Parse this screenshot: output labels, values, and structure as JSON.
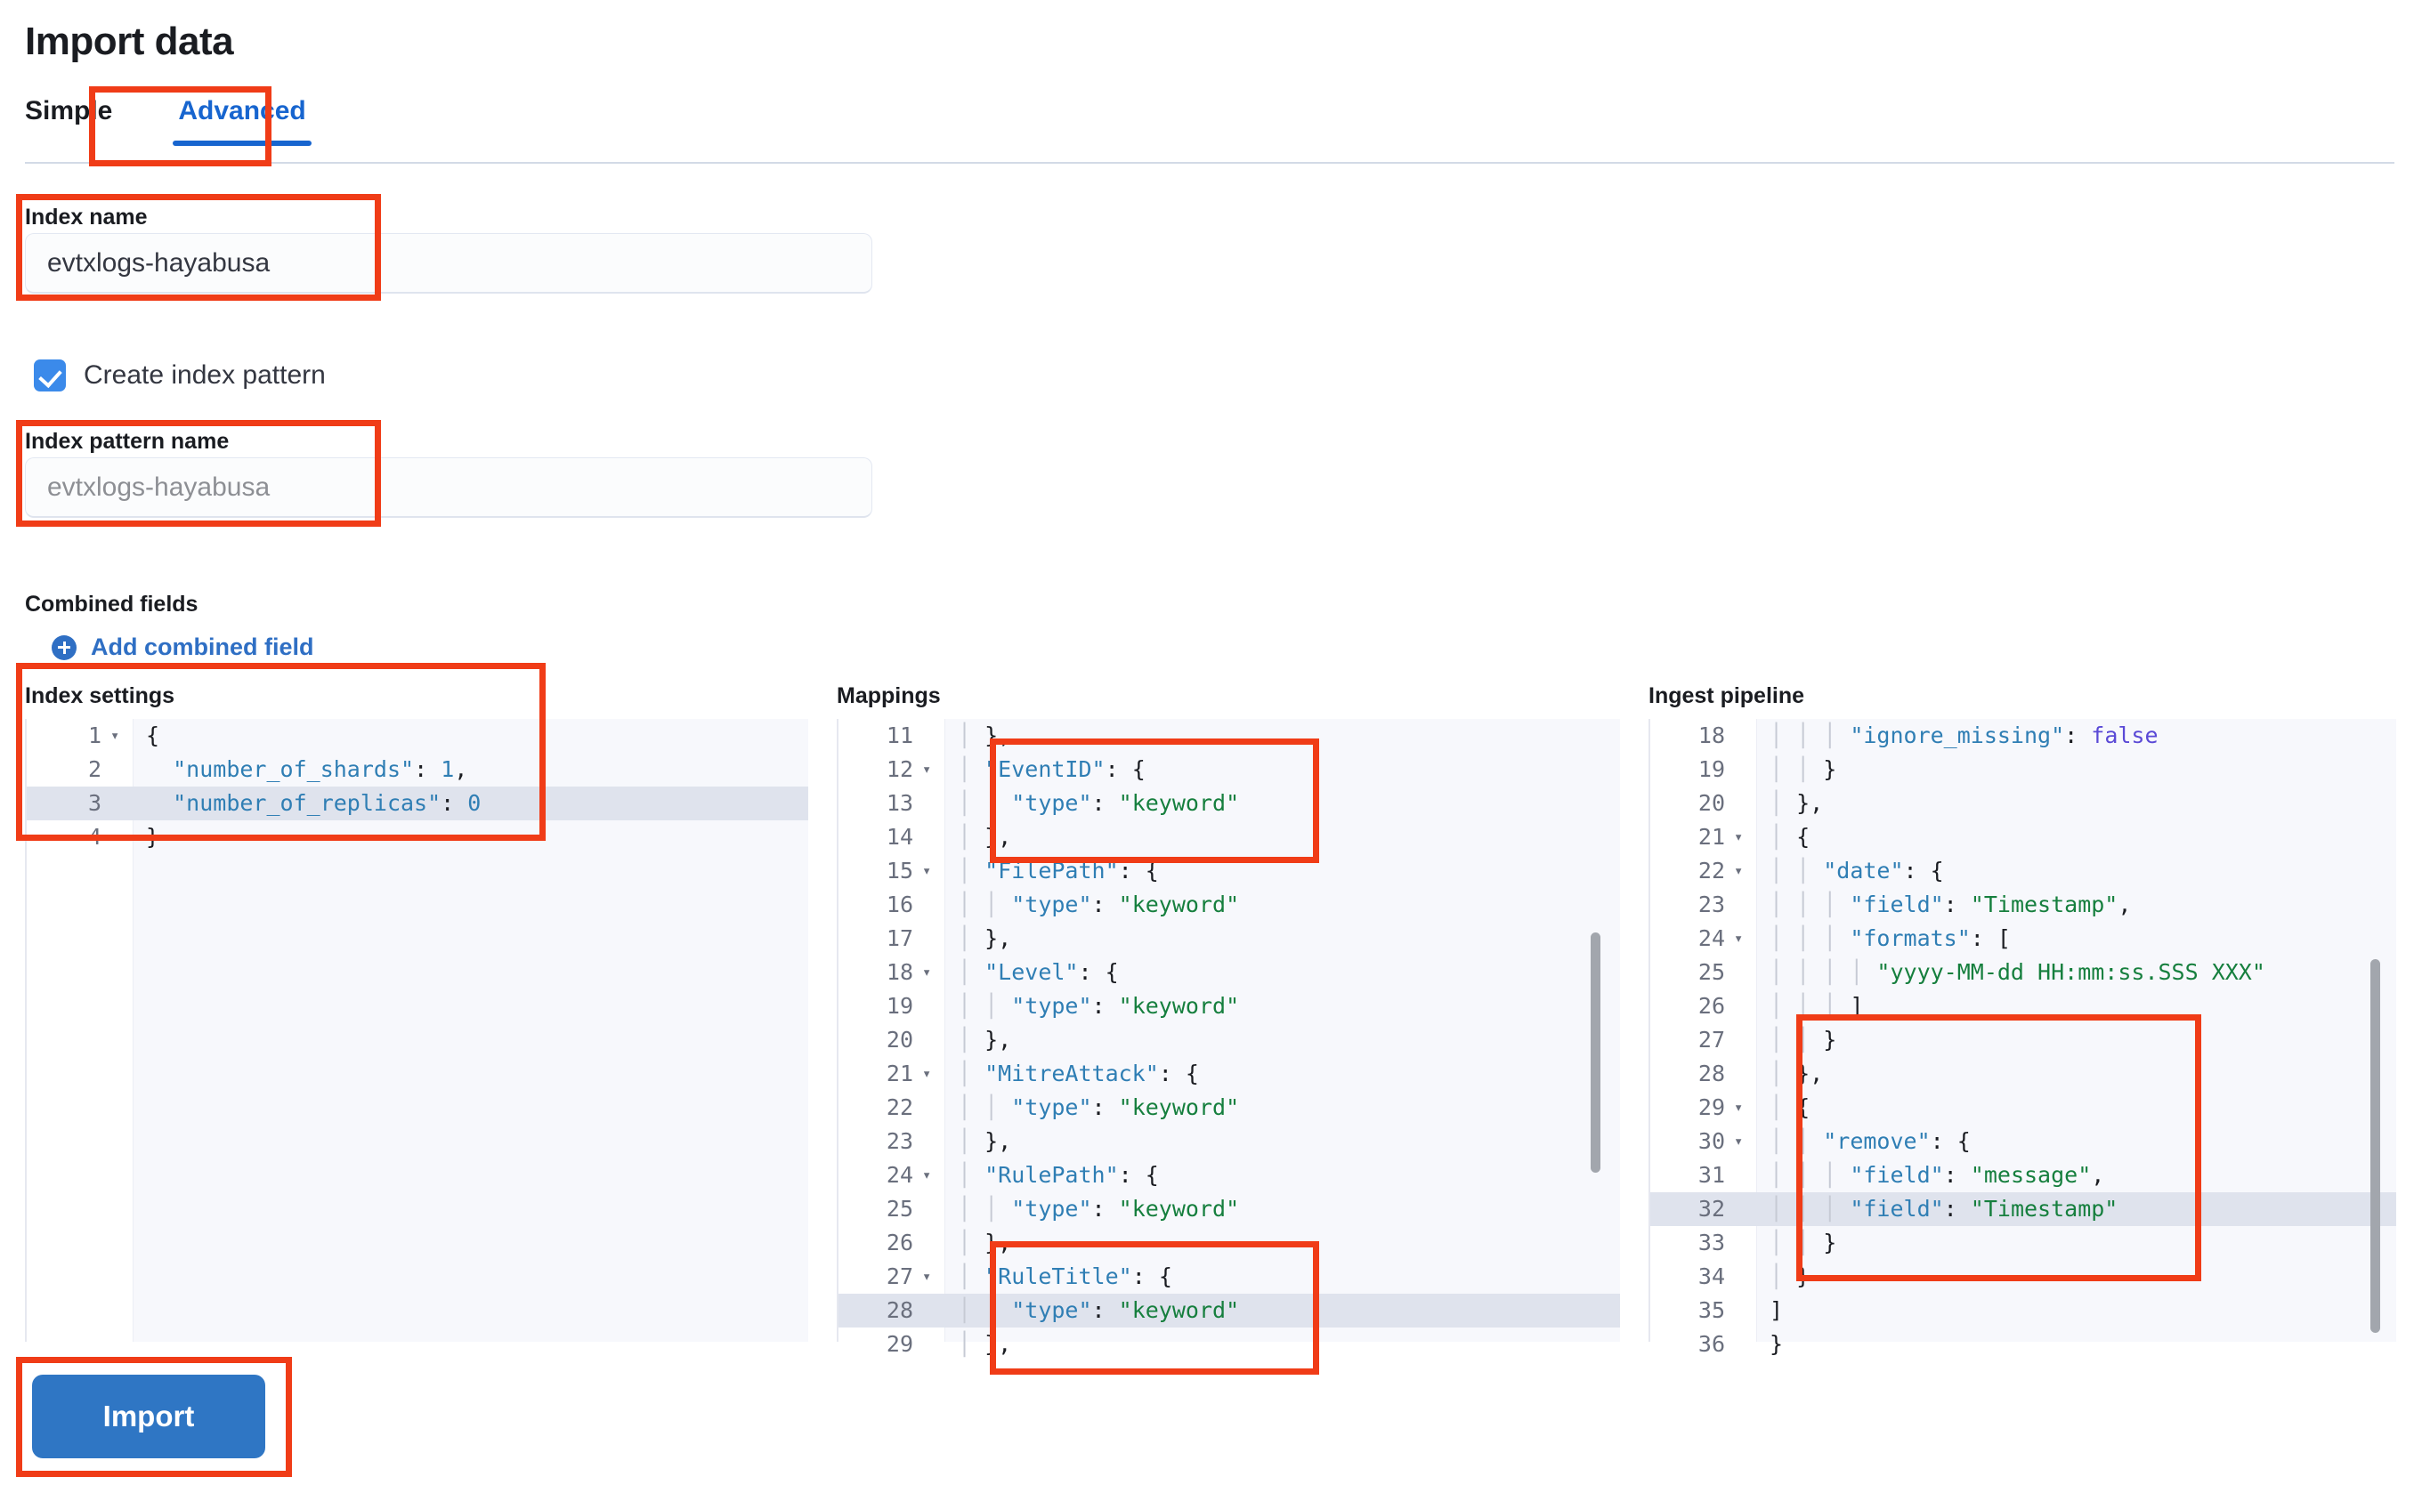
{
  "page": {
    "title": "Import data"
  },
  "tabs": [
    {
      "label": "Simple",
      "active": false
    },
    {
      "label": "Advanced",
      "active": true
    }
  ],
  "form": {
    "index_name": {
      "label": "Index name",
      "value": "evtxlogs-hayabusa"
    },
    "create_index_pattern": {
      "label": "Create index pattern",
      "checked": true
    },
    "index_pattern_name": {
      "label": "Index pattern name",
      "placeholder": "evtxlogs-hayabusa"
    },
    "combined_fields": {
      "label": "Combined fields",
      "add_link": "Add combined field",
      "add_icon": "plus-circle-icon"
    }
  },
  "editors": {
    "index_settings": {
      "title": "Index settings",
      "highlighted_line": 3,
      "lines": [
        {
          "n": 1,
          "fold": true,
          "indent": 0,
          "text": "{"
        },
        {
          "n": 2,
          "fold": false,
          "indent": 0,
          "text": "  \"number_of_shards\": 1,"
        },
        {
          "n": 3,
          "fold": false,
          "indent": 0,
          "text": "  \"number_of_replicas\": 0"
        },
        {
          "n": 4,
          "fold": false,
          "indent": 0,
          "text": "}"
        }
      ]
    },
    "mappings": {
      "title": "Mappings",
      "highlighted_line": 28,
      "lines": [
        {
          "n": 11,
          "fold": false,
          "indent": 1,
          "text": "},"
        },
        {
          "n": 12,
          "fold": true,
          "indent": 1,
          "text": "\"EventID\": {"
        },
        {
          "n": 13,
          "fold": false,
          "indent": 2,
          "text": "\"type\": \"keyword\""
        },
        {
          "n": 14,
          "fold": false,
          "indent": 1,
          "text": "},"
        },
        {
          "n": 15,
          "fold": true,
          "indent": 1,
          "text": "\"FilePath\": {"
        },
        {
          "n": 16,
          "fold": false,
          "indent": 2,
          "text": "\"type\": \"keyword\""
        },
        {
          "n": 17,
          "fold": false,
          "indent": 1,
          "text": "},"
        },
        {
          "n": 18,
          "fold": true,
          "indent": 1,
          "text": "\"Level\": {"
        },
        {
          "n": 19,
          "fold": false,
          "indent": 2,
          "text": "\"type\": \"keyword\""
        },
        {
          "n": 20,
          "fold": false,
          "indent": 1,
          "text": "},"
        },
        {
          "n": 21,
          "fold": true,
          "indent": 1,
          "text": "\"MitreAttack\": {"
        },
        {
          "n": 22,
          "fold": false,
          "indent": 2,
          "text": "\"type\": \"keyword\""
        },
        {
          "n": 23,
          "fold": false,
          "indent": 1,
          "text": "},"
        },
        {
          "n": 24,
          "fold": true,
          "indent": 1,
          "text": "\"RulePath\": {"
        },
        {
          "n": 25,
          "fold": false,
          "indent": 2,
          "text": "\"type\": \"keyword\""
        },
        {
          "n": 26,
          "fold": false,
          "indent": 1,
          "text": "},"
        },
        {
          "n": 27,
          "fold": true,
          "indent": 1,
          "text": "\"RuleTitle\": {"
        },
        {
          "n": 28,
          "fold": false,
          "indent": 2,
          "text": "\"type\": \"keyword\""
        },
        {
          "n": 29,
          "fold": false,
          "indent": 1,
          "text": "},"
        }
      ]
    },
    "ingest_pipeline": {
      "title": "Ingest pipeline",
      "highlighted_line": 32,
      "lines": [
        {
          "n": 18,
          "fold": false,
          "indent": 3,
          "text": "\"ignore_missing\": false"
        },
        {
          "n": 19,
          "fold": false,
          "indent": 2,
          "text": "}"
        },
        {
          "n": 20,
          "fold": false,
          "indent": 1,
          "text": "},"
        },
        {
          "n": 21,
          "fold": true,
          "indent": 1,
          "text": "{"
        },
        {
          "n": 22,
          "fold": true,
          "indent": 2,
          "text": "\"date\": {"
        },
        {
          "n": 23,
          "fold": false,
          "indent": 3,
          "text": "\"field\": \"Timestamp\","
        },
        {
          "n": 24,
          "fold": true,
          "indent": 3,
          "text": "\"formats\": ["
        },
        {
          "n": 25,
          "fold": false,
          "indent": 4,
          "text": "\"yyyy-MM-dd HH:mm:ss.SSS XXX\""
        },
        {
          "n": 26,
          "fold": false,
          "indent": 3,
          "text": "]"
        },
        {
          "n": 27,
          "fold": false,
          "indent": 2,
          "text": "}"
        },
        {
          "n": 28,
          "fold": false,
          "indent": 1,
          "text": "},"
        },
        {
          "n": 29,
          "fold": true,
          "indent": 1,
          "text": "{"
        },
        {
          "n": 30,
          "fold": true,
          "indent": 2,
          "text": "\"remove\": {"
        },
        {
          "n": 31,
          "fold": false,
          "indent": 3,
          "text": "\"field\": \"message\","
        },
        {
          "n": 32,
          "fold": false,
          "indent": 3,
          "text": "\"field\": \"Timestamp\""
        },
        {
          "n": 33,
          "fold": false,
          "indent": 2,
          "text": "}"
        },
        {
          "n": 34,
          "fold": false,
          "indent": 1,
          "text": "}"
        },
        {
          "n": 35,
          "fold": false,
          "indent": 0,
          "text": "]"
        },
        {
          "n": 36,
          "fold": false,
          "indent": 0,
          "text": "}"
        }
      ]
    }
  },
  "actions": {
    "import_label": "Import"
  },
  "colors": {
    "accent": "#1765cf",
    "primary_button": "#2f76c4",
    "annotation": "#f03c17",
    "checkbox": "#3b8aea"
  }
}
